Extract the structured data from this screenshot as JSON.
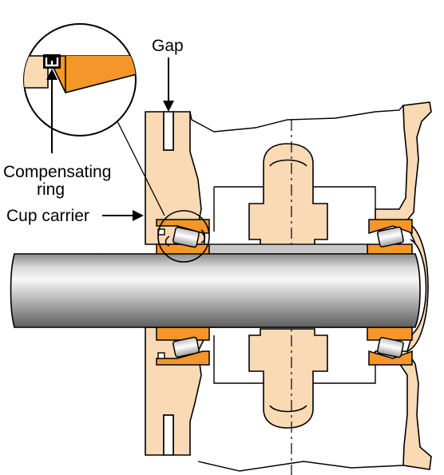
{
  "labels": {
    "gap": "Gap",
    "compensating_line1": "Compensating",
    "compensating_line2": "ring",
    "cup_carrier": "Cup carrier"
  },
  "colors": {
    "housing": "#fad9b5",
    "bearing_cup": "#f5962a",
    "outline": "#000000",
    "shaft_light": "#f2f2f2",
    "shaft_dark": "#6f6f6f",
    "background": "#ffffff"
  },
  "icons": [
    "magnifier-callout-circle",
    "arrow-pointer"
  ]
}
